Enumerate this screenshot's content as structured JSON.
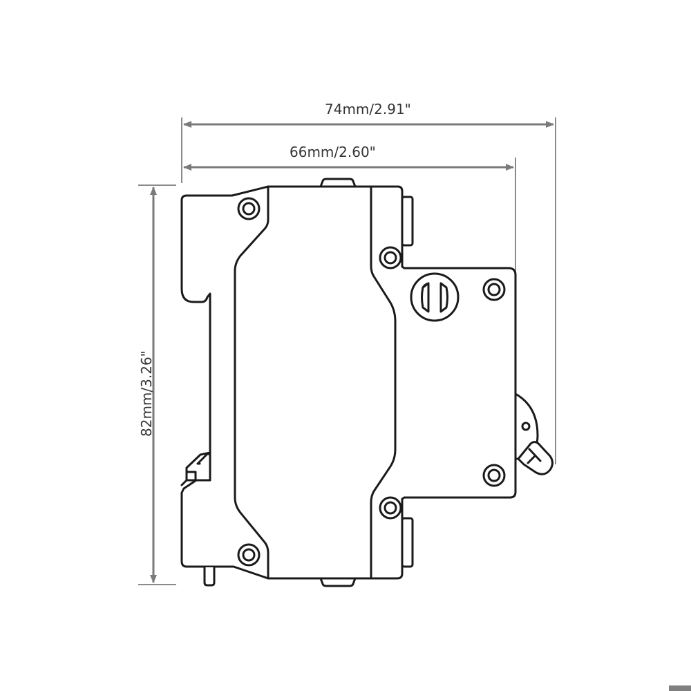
{
  "diagram": {
    "subject": "DIN-rail circuit breaker side view",
    "dimensions": {
      "overall_width": {
        "label": "74mm/2.91\"",
        "mm": 74,
        "inch": 2.91
      },
      "body_width": {
        "label": "66mm/2.60\"",
        "mm": 66,
        "inch": 2.6
      },
      "height": {
        "label": "82mm/3.26\"",
        "mm": 82,
        "inch": 3.26
      }
    },
    "colors": {
      "outline": "#1a1a1a",
      "dimension_line": "#7a7a7a",
      "background": "#ffffff",
      "corner_mark": "#7f7f7f"
    },
    "components": [
      {
        "name": "din-rail-clip",
        "description": "left mounting clip"
      },
      {
        "name": "main-body",
        "description": "center housing"
      },
      {
        "name": "terminal-screws",
        "count": 6
      },
      {
        "name": "front-face",
        "description": "right protruding front panel"
      },
      {
        "name": "test-button",
        "description": "round slotted knob"
      },
      {
        "name": "toggle-lever",
        "description": "switch handle on right edge"
      }
    ]
  }
}
